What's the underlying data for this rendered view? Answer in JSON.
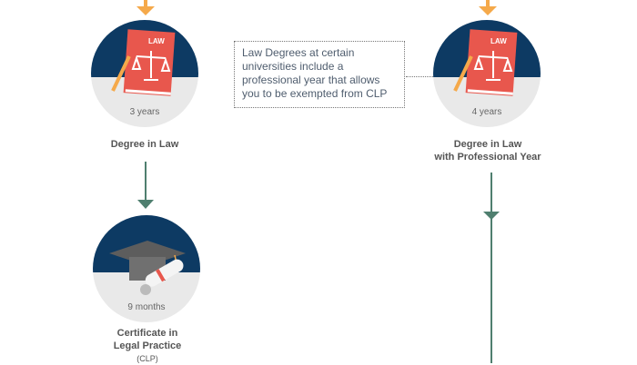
{
  "colors": {
    "navy": "#0d3a63",
    "gray_bg": "#e9e9e9",
    "book_red": "#e8574d",
    "orange_arrow": "#f5a94a",
    "green_arrow": "#4f7f6f"
  },
  "nodes": [
    {
      "id": "degree-in-law",
      "icon": "law-book-icon",
      "duration": "3 years",
      "label": "Degree in Law",
      "sublabel": ""
    },
    {
      "id": "degree-professional-year",
      "icon": "law-book-icon",
      "duration": "4 years",
      "label_line1": "Degree in Law",
      "label_line2": "with Professional Year"
    },
    {
      "id": "clp",
      "icon": "graduation-cap-icon",
      "duration": "9 months",
      "label_line1": "Certificate in",
      "label_line2": "Legal Practice",
      "sublabel": "(CLP)"
    }
  ],
  "book_text": "LAW",
  "note": {
    "text": "Law Degrees at certain universities include a professional year that allows you to be exempted from CLP"
  }
}
